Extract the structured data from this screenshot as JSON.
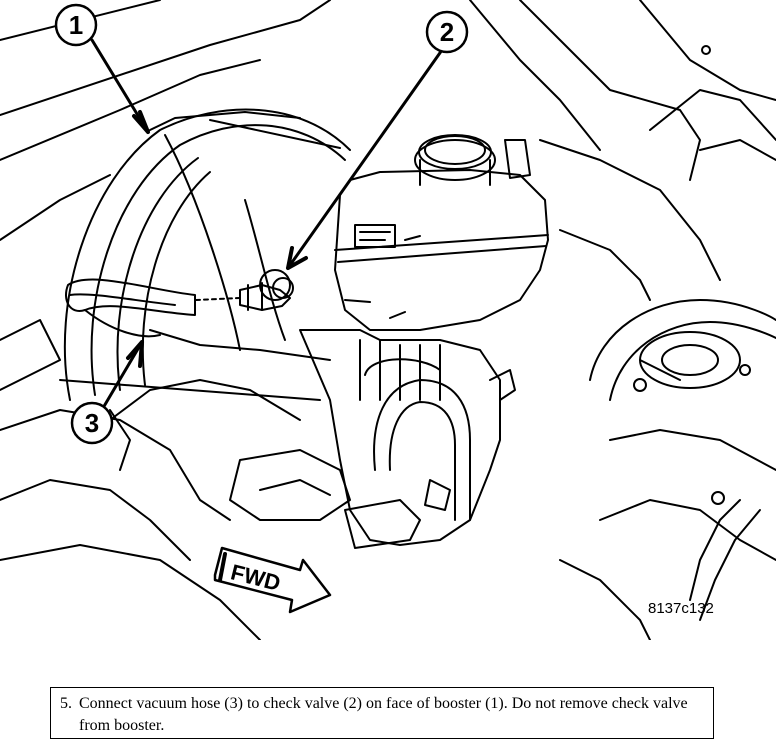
{
  "callouts": [
    {
      "number": "1",
      "target": "brake booster"
    },
    {
      "number": "2",
      "target": "check valve"
    },
    {
      "number": "3",
      "target": "vacuum hose"
    }
  ],
  "direction_label": "FWD",
  "figure_id": "8137c132",
  "instruction": {
    "step_number": "5.",
    "text": "Connect vacuum hose (3) to check valve (2) on face of booster (1). Do not remove check valve from booster."
  }
}
